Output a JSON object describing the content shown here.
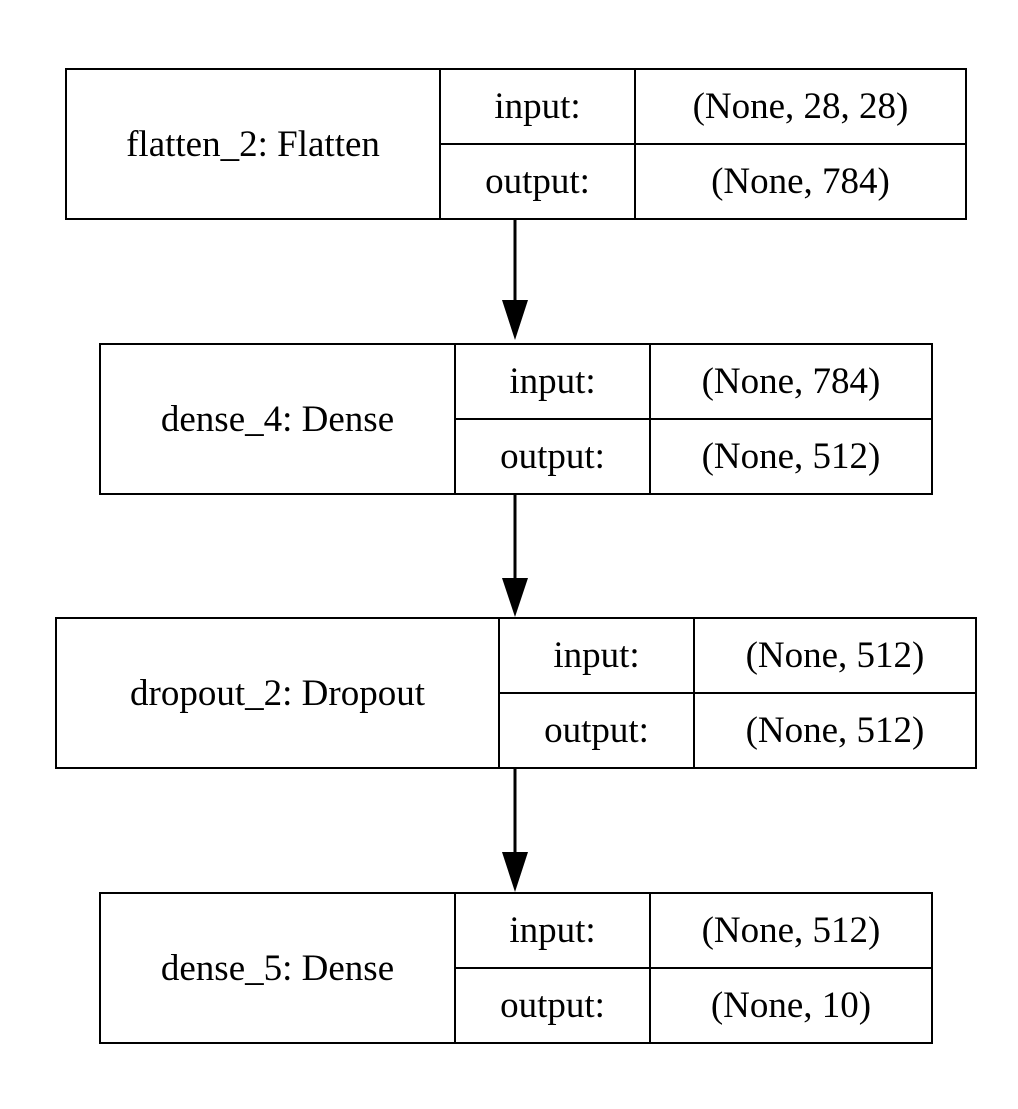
{
  "diagram": {
    "nodes": [
      {
        "id": "flatten_2",
        "name": "flatten_2: Flatten",
        "input_label": "input:",
        "input_shape": "(None, 28, 28)",
        "output_label": "output:",
        "output_shape": "(None, 784)"
      },
      {
        "id": "dense_4",
        "name": "dense_4: Dense",
        "input_label": "input:",
        "input_shape": "(None, 784)",
        "output_label": "output:",
        "output_shape": "(None, 512)"
      },
      {
        "id": "dropout_2",
        "name": "dropout_2: Dropout",
        "input_label": "input:",
        "input_shape": "(None, 512)",
        "output_label": "output:",
        "output_shape": "(None, 512)"
      },
      {
        "id": "dense_5",
        "name": "dense_5: Dense",
        "input_label": "input:",
        "input_shape": "(None, 512)",
        "output_label": "output:",
        "output_shape": "(None, 10)"
      }
    ],
    "edges": [
      {
        "from": "flatten_2",
        "to": "dense_4"
      },
      {
        "from": "dense_4",
        "to": "dropout_2"
      },
      {
        "from": "dropout_2",
        "to": "dense_5"
      }
    ],
    "colors": {
      "stroke": "#000000",
      "background": "#ffffff",
      "text": "#000000"
    }
  }
}
